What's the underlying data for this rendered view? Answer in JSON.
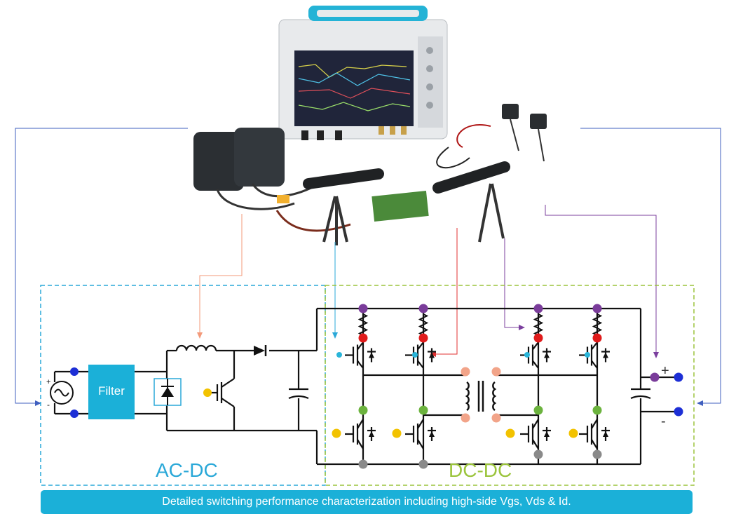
{
  "labels": {
    "filter": "Filter",
    "acdc": "AC-DC",
    "dcdc": "DC-DC",
    "plus": "+",
    "minus": "-"
  },
  "caption": "Detailed switching performance characterization including high-side Vgs, Vds & Id.",
  "icons": [
    "oscilloscope-image",
    "power-analyzer-probe",
    "current-probe",
    "ac-source-icon",
    "transformer-icon",
    "diode-icon",
    "capacitor-icon",
    "mosfet-icon"
  ],
  "colors": {
    "acdc_box": "#2aa8d8",
    "dcdc_box": "#9bc43c",
    "filter_block": "#1bb0d8",
    "caption_bar": "#1bb0d8",
    "node_purple": "#7a3c9a",
    "node_red": "#e01b1b",
    "node_green": "#6cb33e",
    "node_gray": "#8a8a8a",
    "node_yellow": "#f2c200",
    "node_cyan": "#29b5d9",
    "node_blue": "#1d2fd6",
    "node_salmon": "#f2a489",
    "probe_line_blue": "#3f5fbf",
    "probe_line_salmon": "#f39a7a",
    "probe_line_cyan": "#2aa8d8",
    "probe_line_red": "#e03030",
    "probe_line_purple": "#7b3f9e"
  }
}
